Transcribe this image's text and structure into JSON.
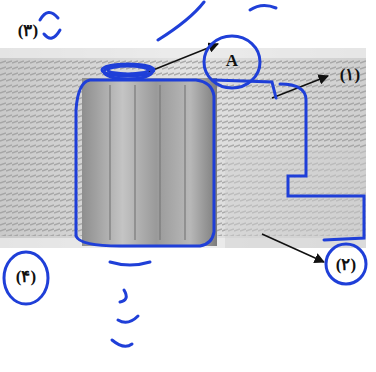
{
  "diagram": {
    "labels": [
      "(۳)",
      "A",
      "(۱)",
      "(۲)",
      "(۴)"
    ]
  }
}
